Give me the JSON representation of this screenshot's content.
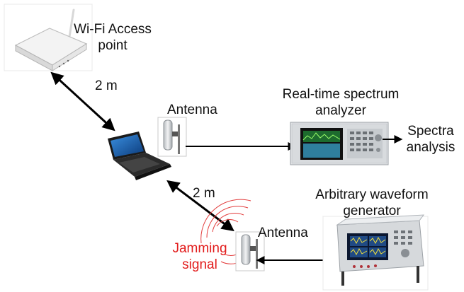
{
  "labels": {
    "wifi_line1": "Wi-Fi Access",
    "wifi_line2": "point",
    "distance_top": "2 m",
    "distance_bottom": "2 m",
    "antenna_top": "Antenna",
    "antenna_bottom": "Antenna",
    "rtsa_line1": "Real-time spectrum",
    "rtsa_line2": "analyzer",
    "spectra_line1": "Spectra",
    "spectra_line2": "analysis",
    "awg_line1": "Arbitrary waveform",
    "awg_line2": "generator",
    "jamming_line1": "Jamming",
    "jamming_line2": "signal"
  },
  "colors": {
    "arrow": "#000000",
    "jamming_text": "#e21b1b",
    "jamming_waves": "#e23b3b"
  },
  "icons": [
    "wifi-router-icon",
    "laptop-icon",
    "antenna-icon",
    "spectrum-analyzer-icon",
    "waveform-generator-icon",
    "signal-waves-icon"
  ]
}
